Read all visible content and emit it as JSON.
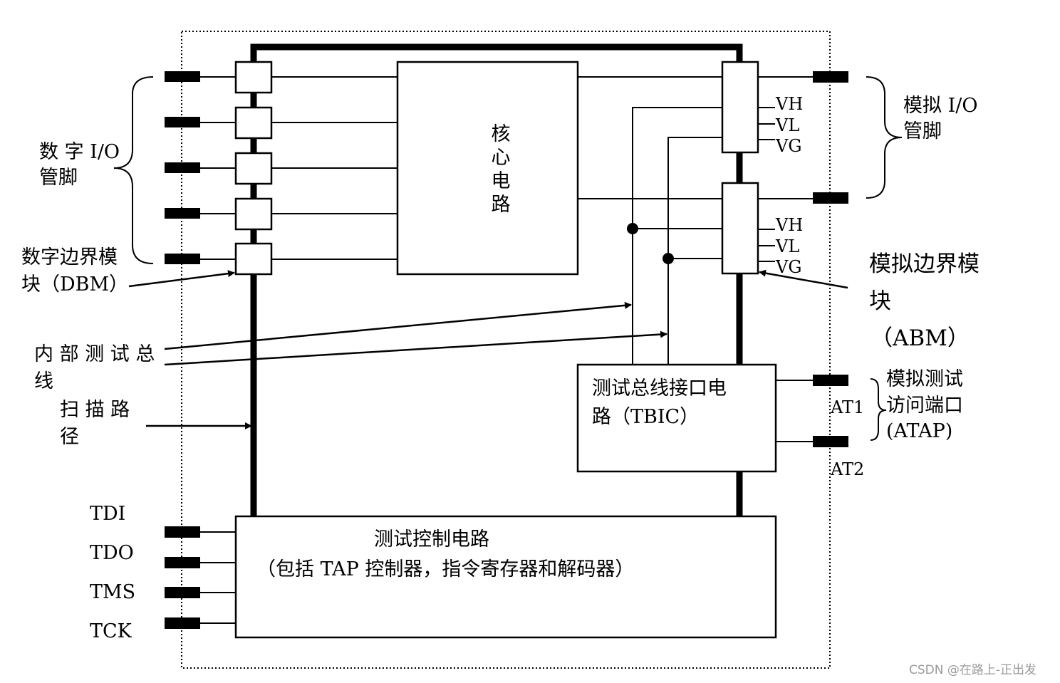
{
  "labels": {
    "digital_io": [
      "数 字  I/O",
      "管脚"
    ],
    "dbm": [
      "数字边界模",
      "块（DBM）"
    ],
    "internal_bus": [
      "内 部 测 试 总",
      "线"
    ],
    "scan_path": [
      "扫 描 路",
      "径"
    ],
    "core": [
      "核",
      "心",
      "电",
      "路"
    ],
    "analog_io": [
      "模拟 I/O",
      "管脚"
    ],
    "abm": [
      "模拟边界模",
      "块",
      "（ABM）"
    ],
    "vh": "VH",
    "vl": "VL",
    "vg": "VG",
    "tbic": [
      "测试总线接口电",
      "路（TBIC）"
    ],
    "at1": "AT1",
    "at2": "AT2",
    "atap": [
      "模拟测试",
      "访问端口",
      "(ATAP)"
    ],
    "tap": [
      "测试控制电路",
      "（包括 TAP 控制器，指令寄存器和解码器）"
    ],
    "tdi": "TDI",
    "tdo": "TDO",
    "tms": "TMS",
    "tck": "TCK"
  },
  "watermark": "CSDN @在路上-正出发"
}
